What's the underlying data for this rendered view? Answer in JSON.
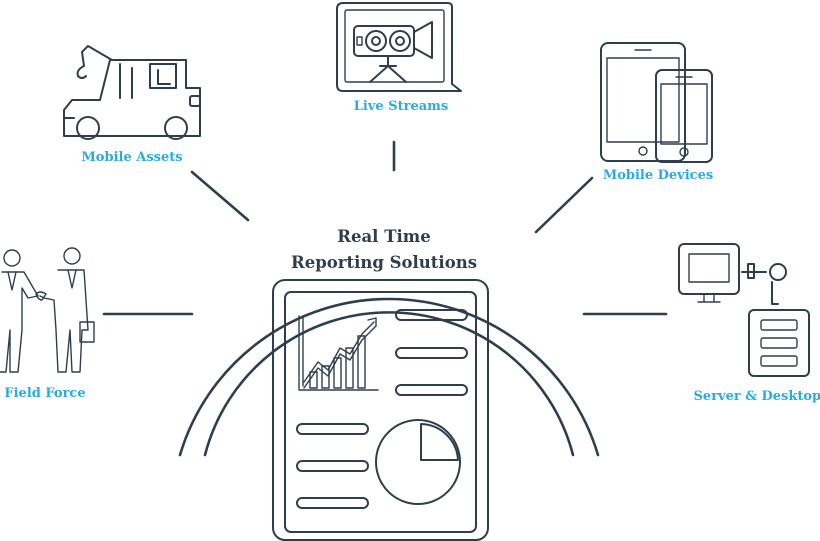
{
  "diagram": {
    "title_line1": "Real Time",
    "title_line2": "Reporting Solutions",
    "nodes": {
      "mobile_assets": "Mobile Assets",
      "live_streams": "Live Streams",
      "mobile_devices": "Mobile Devices",
      "field_force": "Field Force",
      "server_desktops": "Server & Desktops"
    }
  },
  "colors": {
    "line": "#2f3e4d",
    "label": "#29abe2",
    "title": "#2f3e4d"
  },
  "icons": {
    "mobile_assets": "tow-truck-icon",
    "live_streams": "video-camera-icon",
    "mobile_devices": "tablet-phone-icon",
    "field_force": "handshake-icon",
    "server_desktops": "server-monitor-icon",
    "center": "report-document-icon"
  }
}
